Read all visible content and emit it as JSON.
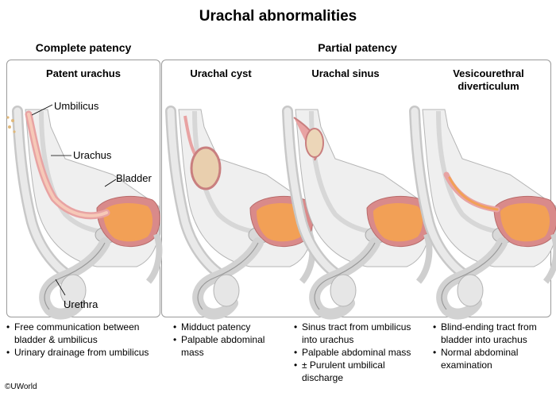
{
  "title": "Urachal abnormalities",
  "groups": {
    "complete": "Complete patency",
    "partial": "Partial patency"
  },
  "columns": [
    {
      "title": "Patent urachus",
      "bullets": [
        "Free communication between bladder & umbilicus",
        "Urinary drainage from umbilicus"
      ]
    },
    {
      "title": "Urachal cyst",
      "bullets": [
        "Midduct patency",
        "Palpable abdominal mass"
      ]
    },
    {
      "title": "Urachal sinus",
      "bullets": [
        "Sinus tract from umbilicus into urachus",
        "Palpable abdominal mass",
        "± Purulent umbilical discharge"
      ]
    },
    {
      "title_line1": "Vesicourethral",
      "title_line2": "diverticulum",
      "bullets": [
        "Blind-ending tract from bladder into urachus",
        "Normal abdominal examination"
      ]
    }
  ],
  "labels": {
    "umbilicus": "Umbilicus",
    "urachus": "Urachus",
    "bladder": "Bladder",
    "urethra": "Urethra"
  },
  "footer": "©UWorld",
  "colors": {
    "urachus": "#e8a3a3",
    "bladder_wall": "#d98a8a",
    "bladder_lumen": "#f2a056",
    "bone": "#d9d9d9",
    "panel_border": "#9a9a9a"
  }
}
